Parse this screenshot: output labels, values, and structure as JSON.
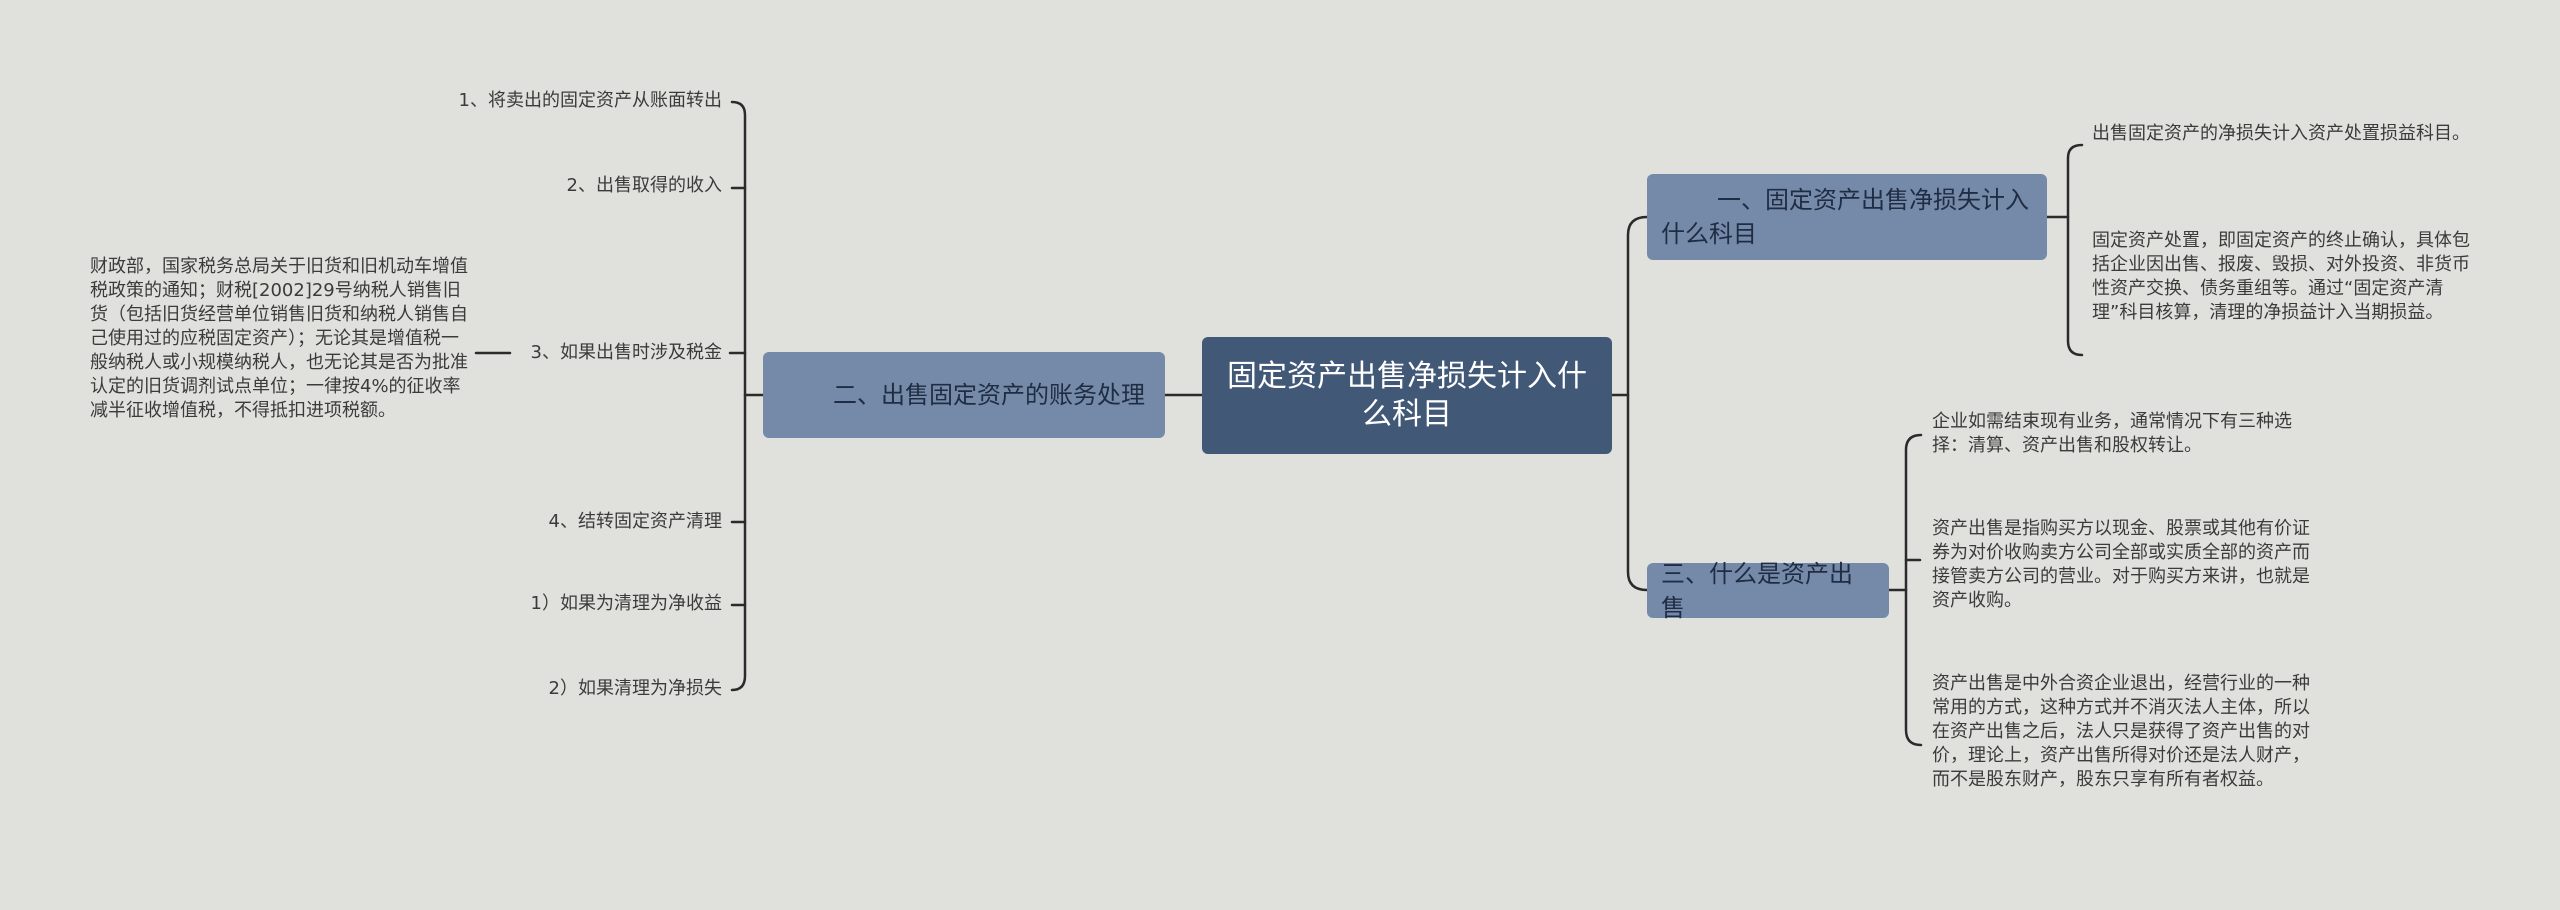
{
  "colors": {
    "background": "#e0e0dc",
    "root_fill": "#425877",
    "branch_fill": "#7589a8",
    "line": "#2b2b2b"
  },
  "root": {
    "title": "固定资产出售净损失计入什么科目"
  },
  "left_branch": {
    "title": "二、出售固定资产的账务处理",
    "items": [
      "1、将卖出的固定资产从账面转出",
      "2、出售取得的收入",
      "3、如果出售时涉及税金",
      "4、结转固定资产清理",
      "1）如果为清理为净收益",
      "2）如果清理为净损失"
    ],
    "tax_note": "财政部，国家税务总局关于旧货和旧机动车增值税政策的通知；财税[2002]29号纳税人销售旧货（包括旧货经营单位销售旧货和纳税人销售自己使用过的应税固定资产）；无论其是增值税一般纳税人或小规模纳税人，也无论其是否为批准认定的旧货调剂试点单位；一律按4%的征收率减半征收增值税，不得抵扣进项税额。"
  },
  "right_branch_1": {
    "title": "一、固定资产出售净损失计入什么科目",
    "items": [
      "出售固定资产的净损失计入资产处置损益科目。",
      "固定资产处置，即固定资产的终止确认，具体包括企业因出售、报废、毁损、对外投资、非货币性资产交换、债务重组等。通过“固定资产清理”科目核算，清理的净损益计入当期损益。"
    ]
  },
  "right_branch_3": {
    "title": "三、什么是资产出售",
    "items": [
      "企业如需结束现有业务，通常情况下有三种选择：清算、资产出售和股权转让。",
      "资产出售是指购买方以现金、股票或其他有价证券为对价收购卖方公司全部或实质全部的资产而接管卖方公司的营业。对于购买方来讲，也就是资产收购。",
      "资产出售是中外合资企业退出，经营行业的一种常用的方式，这种方式并不消灭法人主体，所以在资产出售之后，法人只是获得了资产出售的对价，理论上，资产出售所得对价还是法人财产，而不是股东财产，股东只享有所有者权益。"
    ]
  }
}
